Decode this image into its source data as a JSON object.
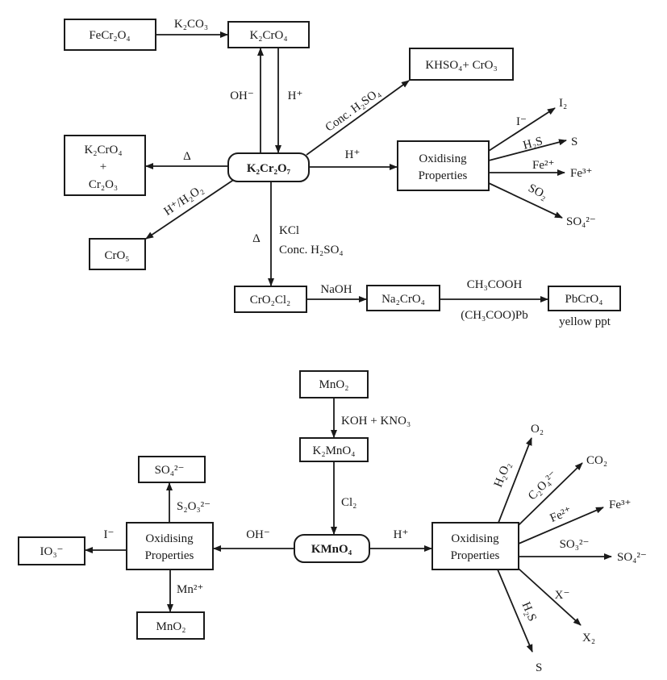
{
  "dichromate": {
    "center": "K₂Cr₂O₇",
    "nodes": {
      "fecr2o4": "FeCr₂O₄",
      "k2cro4": "K₂CrO₄",
      "khso4_cro3": "KHSO₄+ CrO₃",
      "oxidising_line1": "Oxidising",
      "oxidising_line2": "Properties",
      "k2cro4_cr2o3_line1": "K₂CrO₄",
      "k2cro4_cr2o3_line2": "+",
      "k2cro4_cr2o3_line3": "Cr₂O₃",
      "cro5": "CrO₅",
      "cro2cl2": "CrO₂Cl₂",
      "na2cro4": "Na₂CrO₄",
      "pbcro4": "PbCrO₄",
      "pbcro4_note": "yellow ppt",
      "i2": "I₂",
      "s": "S",
      "fe3": "Fe³⁺",
      "so4": "SO₄²⁻"
    },
    "edges": {
      "k2co3": "K₂CO₃",
      "oh": "OH⁻",
      "h_down": "H⁺",
      "conc_h2so4": "Conc. H₂SO₄",
      "heat_left": "Δ",
      "h_right": "H⁺",
      "h_h2o2": "H⁺/H₂O₂",
      "heat_down": "Δ",
      "kcl": "KCl",
      "kcl_conc": "Conc. H₂SO₄",
      "naoh": "NaOH",
      "ch3cooh": "CH₃COOH",
      "ch3coo_pb": "(CH₃COO)Pb",
      "iodide": "I⁻",
      "h2s": "H₂S",
      "fe2": "Fe²⁺",
      "so2": "SO₂"
    }
  },
  "permanganate": {
    "center": "KMnO₄",
    "nodes": {
      "mno2_top": "MnO₂",
      "k2mno4": "K₂MnO₄",
      "ox_left_line1": "Oxidising",
      "ox_left_line2": "Properties",
      "so4_box": "SO₄²⁻",
      "io3": "IO₃⁻",
      "mno2_bottom": "MnO₂",
      "ox_right_line1": "Oxidising",
      "ox_right_line2": "Properties",
      "o2": "O₂",
      "co2": "CO₂",
      "fe3": "Fe³⁺",
      "so4": "SO₄²⁻",
      "x2": "X₂",
      "s": "S"
    },
    "edges": {
      "koh_kno3": "KOH + KNO₃",
      "cl2": "Cl₂",
      "oh": "OH⁻",
      "h": "H⁺",
      "s2o3": "S₂O₃²⁻",
      "iodide": "I⁻",
      "mn2": "Mn²⁺",
      "h2o2": "H₂O₂",
      "c2o4": "C₂O₄²⁻",
      "fe2": "Fe²⁺",
      "so3": "SO₃²⁻",
      "halide": "X⁻",
      "h2s": "H₂S"
    }
  }
}
